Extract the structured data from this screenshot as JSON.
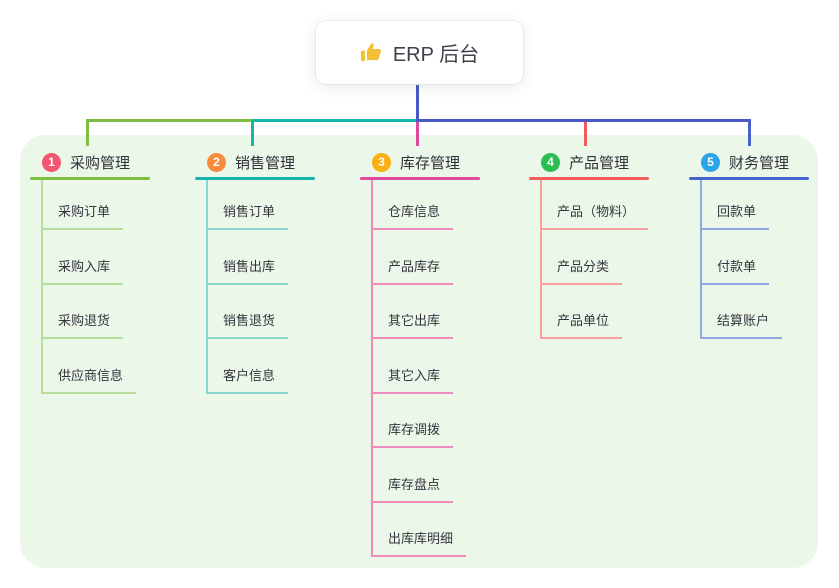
{
  "root": {
    "title": "ERP 后台",
    "icon": "thumbs-up-icon",
    "icon_color": "#f2c037"
  },
  "connector": {
    "root_line_color": "#4a5ac4"
  },
  "canvas": {
    "background": "#ffffff",
    "panel_background": "#ebf7e8"
  },
  "branches": [
    {
      "badge": "1",
      "label": "采购管理",
      "badge_color": "#f4556f",
      "line_color": "#7fbe3f",
      "child_line_color": "#b7dc9c",
      "children": [
        "采购订单",
        "采购入库",
        "采购退货",
        "供应商信息"
      ]
    },
    {
      "badge": "2",
      "label": "销售管理",
      "badge_color": "#fa8b3c",
      "line_color": "#14b3ab",
      "child_line_color": "#86d6cf",
      "children": [
        "销售订单",
        "销售出库",
        "销售退货",
        "客户信息"
      ]
    },
    {
      "badge": "3",
      "label": "库存管理",
      "badge_color": "#f9b013",
      "line_color": "#e0489e",
      "child_line_color": "#ef8bbc",
      "children": [
        "仓库信息",
        "产品库存",
        "其它出库",
        "其它入库",
        "库存调拨",
        "库存盘点",
        "出库库明细"
      ]
    },
    {
      "badge": "4",
      "label": "产品管理",
      "badge_color": "#2cbe53",
      "line_color": "#f25c5c",
      "child_line_color": "#f8a0a0",
      "children": [
        "产品（物料）",
        "产品分类",
        "产品单位"
      ]
    },
    {
      "badge": "5",
      "label": "财务管理",
      "badge_color": "#2aa3e8",
      "line_color": "#4662cd",
      "child_line_color": "#93a8e2",
      "children": [
        "回款单",
        "付款单",
        "结算账户"
      ]
    }
  ]
}
